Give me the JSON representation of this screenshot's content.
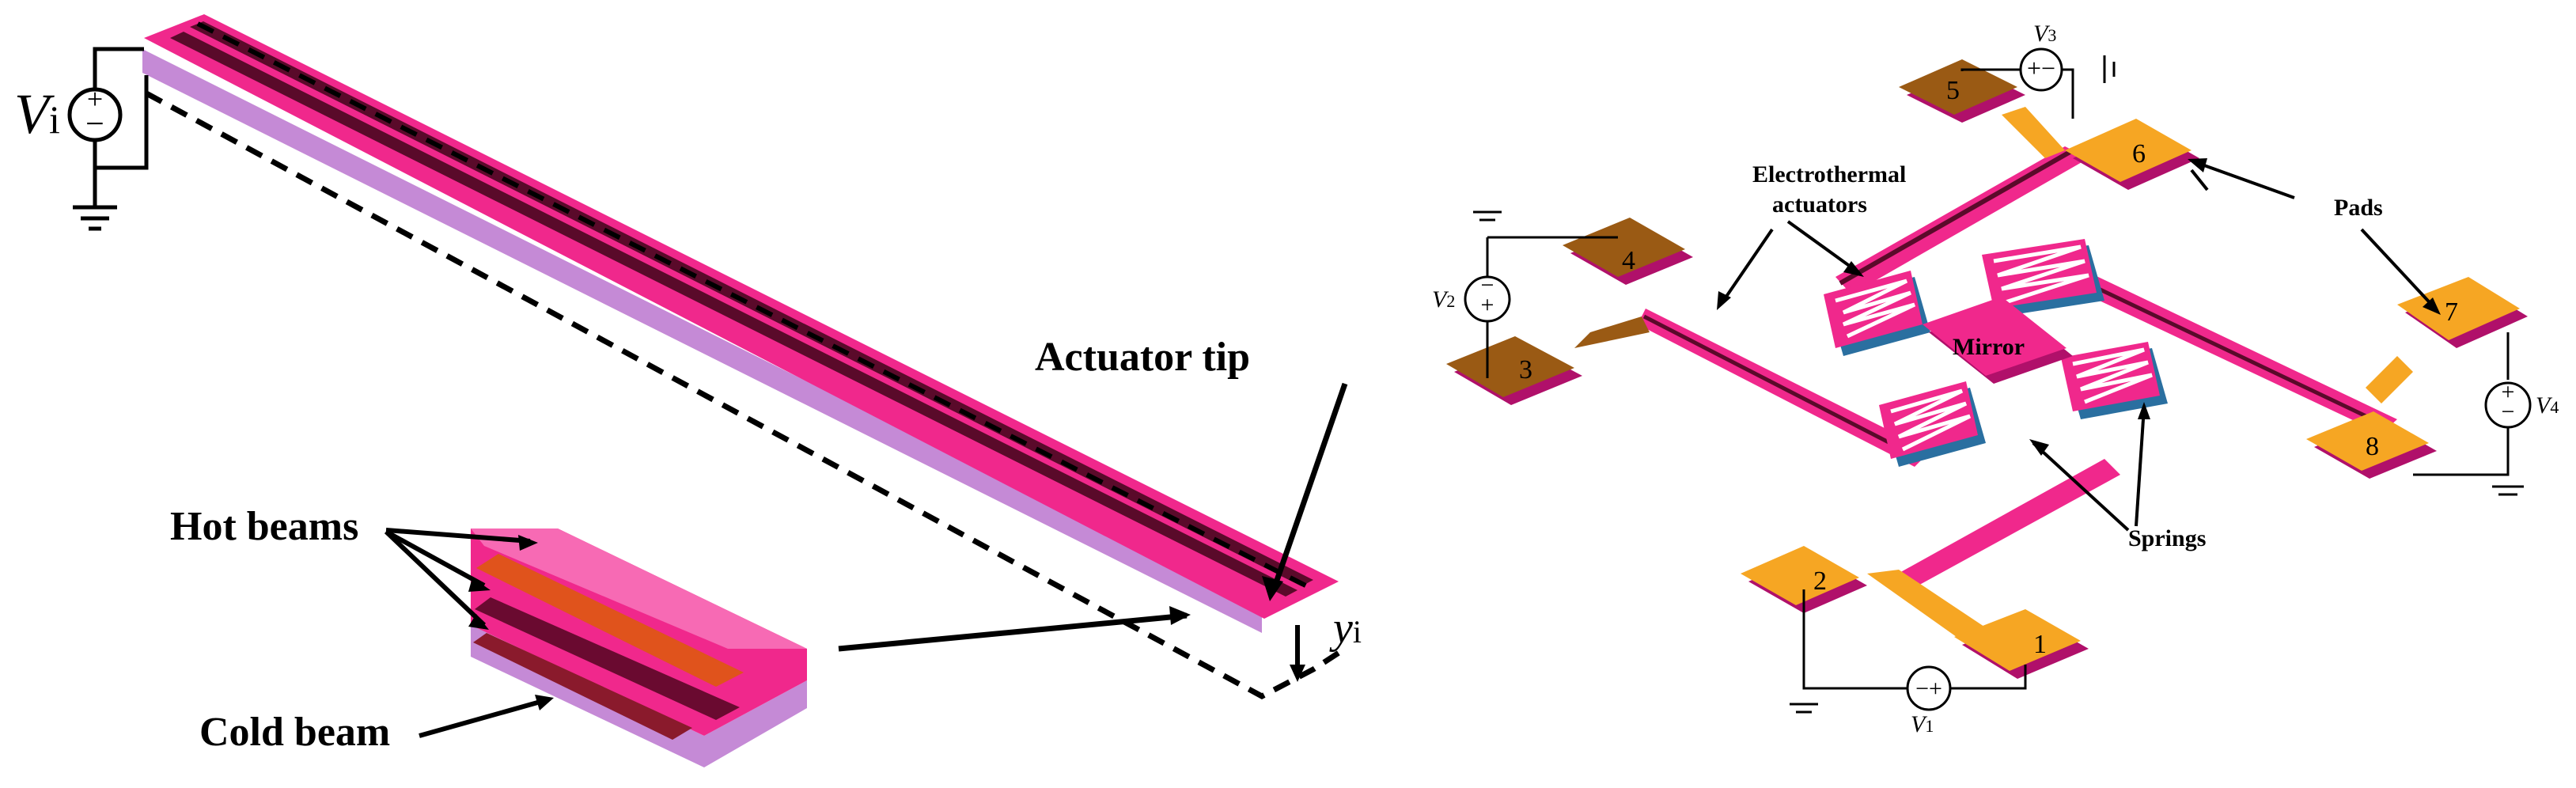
{
  "left_panel": {
    "source_label": {
      "symbol": "V",
      "subscript": "i"
    },
    "labels": {
      "actuator_tip": "Actuator tip",
      "hot_beams": "Hot beams",
      "cold_beam": "Cold beam",
      "deflection": {
        "symbol": "y",
        "subscript": "i"
      }
    }
  },
  "right_panel": {
    "labels": {
      "electrothermal": [
        "Electrothermal",
        "actuators"
      ],
      "pads": "Pads",
      "mirror": "Mirror",
      "springs": "Springs"
    },
    "pads": [
      "1",
      "2",
      "3",
      "4",
      "5",
      "6",
      "7",
      "8"
    ],
    "sources": [
      {
        "symbol": "V",
        "subscript": "1"
      },
      {
        "symbol": "V",
        "subscript": "2"
      },
      {
        "symbol": "V",
        "subscript": "3"
      },
      {
        "symbol": "V",
        "subscript": "4"
      }
    ]
  },
  "colors": {
    "beam_pink": "#f0288c",
    "beam_pink_dark": "#b0106a",
    "pad_orange": "#f6a623",
    "pad_brown": "#9a5a14",
    "spring_blue": "#2a6fa0"
  }
}
